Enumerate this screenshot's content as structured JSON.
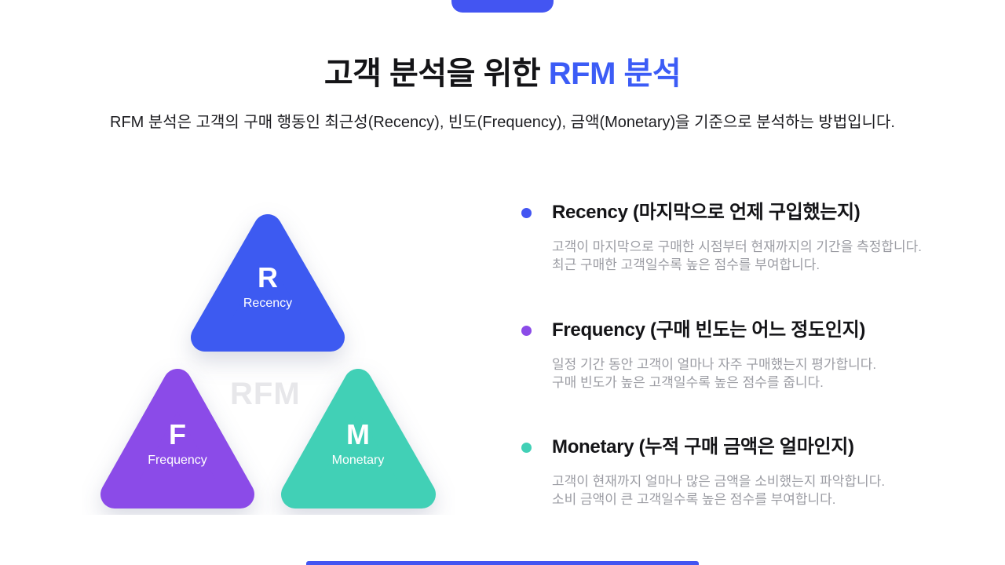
{
  "colors": {
    "pill_blue": "#4355f2",
    "title_blue": "#3c5cf6",
    "recency_blue": "#3d5af1",
    "frequency_purple": "#8b4be8",
    "monetary_teal": "#41d0b6"
  },
  "header": {
    "title_prefix": "고객 분석을 위한 ",
    "title_highlight": "RFM 분석",
    "subtitle": "RFM 분석은 고객의 구매 행동인 최근성(Recency), 빈도(Frequency), 금액(Monetary)을 기준으로 분석하는 방법입니다."
  },
  "pyramid": {
    "watermark": "RFM",
    "triangles": [
      {
        "letter": "R",
        "label": "Recency",
        "color": "#3d5af1"
      },
      {
        "letter": "F",
        "label": "Frequency",
        "color": "#8b4be8"
      },
      {
        "letter": "M",
        "label": "Monetary",
        "color": "#41d0b6"
      }
    ]
  },
  "sections": [
    {
      "bullet_color": "#4355f2",
      "heading": "Recency (마지막으로 언제 구입했는지)",
      "line1": "고객이 마지막으로 구매한 시점부터 현재까지의 기간을 측정합니다.",
      "line2": "최근 구매한 고객일수록 높은 점수를 부여합니다."
    },
    {
      "bullet_color": "#8b4be8",
      "heading": "Frequency (구매 빈도는 어느 정도인지)",
      "line1": "일정 기간 동안 고객이 얼마나 자주 구매했는지 평가합니다.",
      "line2": "구매 빈도가 높은 고객일수록 높은 점수를 줍니다."
    },
    {
      "bullet_color": "#41d0b6",
      "heading": "Monetary (누적 구매 금액은 얼마인지)",
      "line1": "고객이 현재까지 얼마나 많은 금액을 소비했는지 파악합니다.",
      "line2": "소비 금액이 큰 고객일수록 높은 점수를 부여합니다."
    }
  ]
}
